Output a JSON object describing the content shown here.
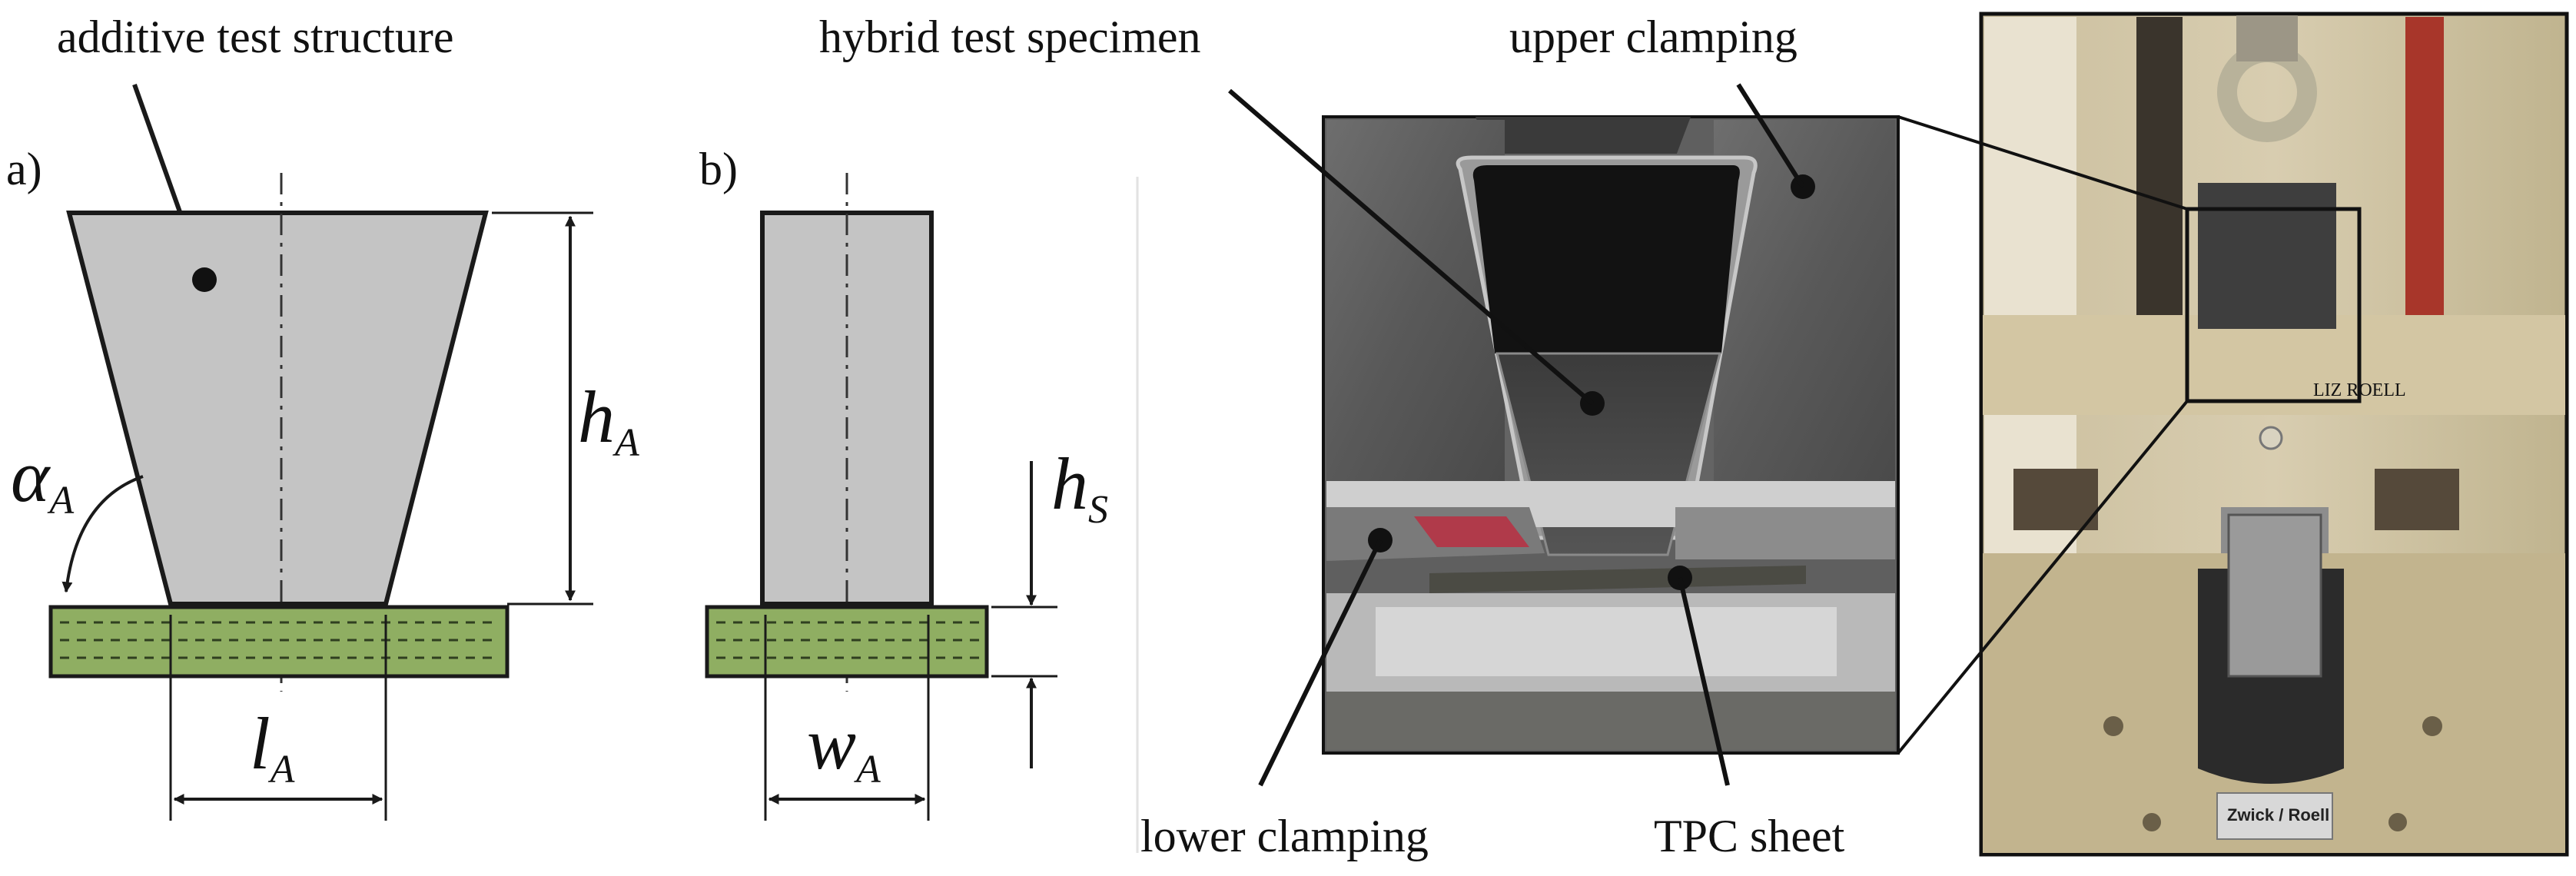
{
  "labels": {
    "additive_test_structure": "additive test structure",
    "hybrid_test_specimen": "hybrid test specimen",
    "upper_clamping": "upper clamping",
    "lower_clamping": "lower clamping",
    "tpc_sheet": "TPC sheet"
  },
  "panels": {
    "a": "a)",
    "b": "b)"
  },
  "dimensions": {
    "alpha": {
      "main": "α",
      "sub": "A"
    },
    "h_a": {
      "main": "h",
      "sub": "A"
    },
    "l_a": {
      "main": "l",
      "sub": "A"
    },
    "h_s": {
      "main": "h",
      "sub": "S"
    },
    "w_a": {
      "main": "w",
      "sub": "A"
    }
  },
  "photo_text": {
    "brand": "Zwick / Roell",
    "machine_mark": "LIZ ROELL"
  },
  "colors": {
    "structure_fill": "#c4c4c4",
    "sheet_fill": "#8fae62",
    "outline": "#1a1a1a"
  }
}
